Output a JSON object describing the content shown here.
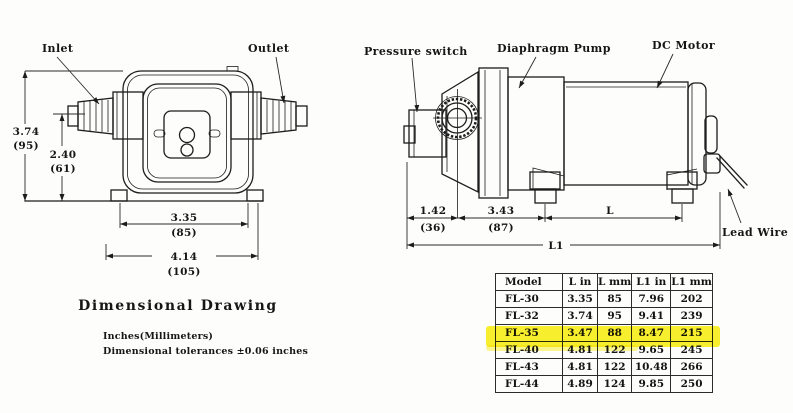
{
  "front_view": {
    "inlet_label": "Inlet",
    "outlet_label": "Outlet",
    "dim_height_in": "3.74",
    "dim_height_mm": "(95)",
    "dim_center_in": "2.40",
    "dim_center_mm": "(61)",
    "dim_feet_in": "3.35",
    "dim_feet_mm": "(85)",
    "dim_overall_in": "4.14",
    "dim_overall_mm": "(105)"
  },
  "captions": {
    "title": "Dimensional Drawing",
    "units_note": "Inches(Millimeters)",
    "tolerance_note": "Dimensional tolerances ±0.06 inches"
  },
  "side_view": {
    "pressure_switch_label": "Pressure switch",
    "diaphragm_pump_label": "Diaphragm Pump",
    "dc_motor_label": "DC Motor",
    "lead_wire_label": "Lead Wire",
    "dim_switch_in": "1.42",
    "dim_switch_mm": "(36)",
    "dim_head_in": "3.43",
    "dim_head_mm": "(87)",
    "dim_l": "L",
    "dim_l1": "L1"
  },
  "table": {
    "columns": [
      "Model",
      "L in",
      "L mm",
      "L1 in",
      "L1 mm"
    ],
    "rows": [
      {
        "model": "FL-30",
        "l_in": "3.35",
        "l_mm": "85",
        "l1_in": "7.96",
        "l1_mm": "202"
      },
      {
        "model": "FL-32",
        "l_in": "3.74",
        "l_mm": "95",
        "l1_in": "9.41",
        "l1_mm": "239"
      },
      {
        "model": "FL-35",
        "l_in": "3.47",
        "l_mm": "88",
        "l1_in": "8.47",
        "l1_mm": "215"
      },
      {
        "model": "FL-40",
        "l_in": "4.81",
        "l_mm": "122",
        "l1_in": "9.65",
        "l1_mm": "245"
      },
      {
        "model": "FL-43",
        "l_in": "4.81",
        "l_mm": "122",
        "l1_in": "10.48",
        "l1_mm": "266"
      },
      {
        "model": "FL-44",
        "l_in": "4.89",
        "l_mm": "124",
        "l1_in": "9.85",
        "l1_mm": "250"
      }
    ],
    "highlighted_model": "FL-35",
    "highlight_color": "#f8ee08"
  },
  "colors": {
    "line": "#1c1c1c",
    "background": "#ffffff",
    "highlight": "#f8ee08"
  }
}
